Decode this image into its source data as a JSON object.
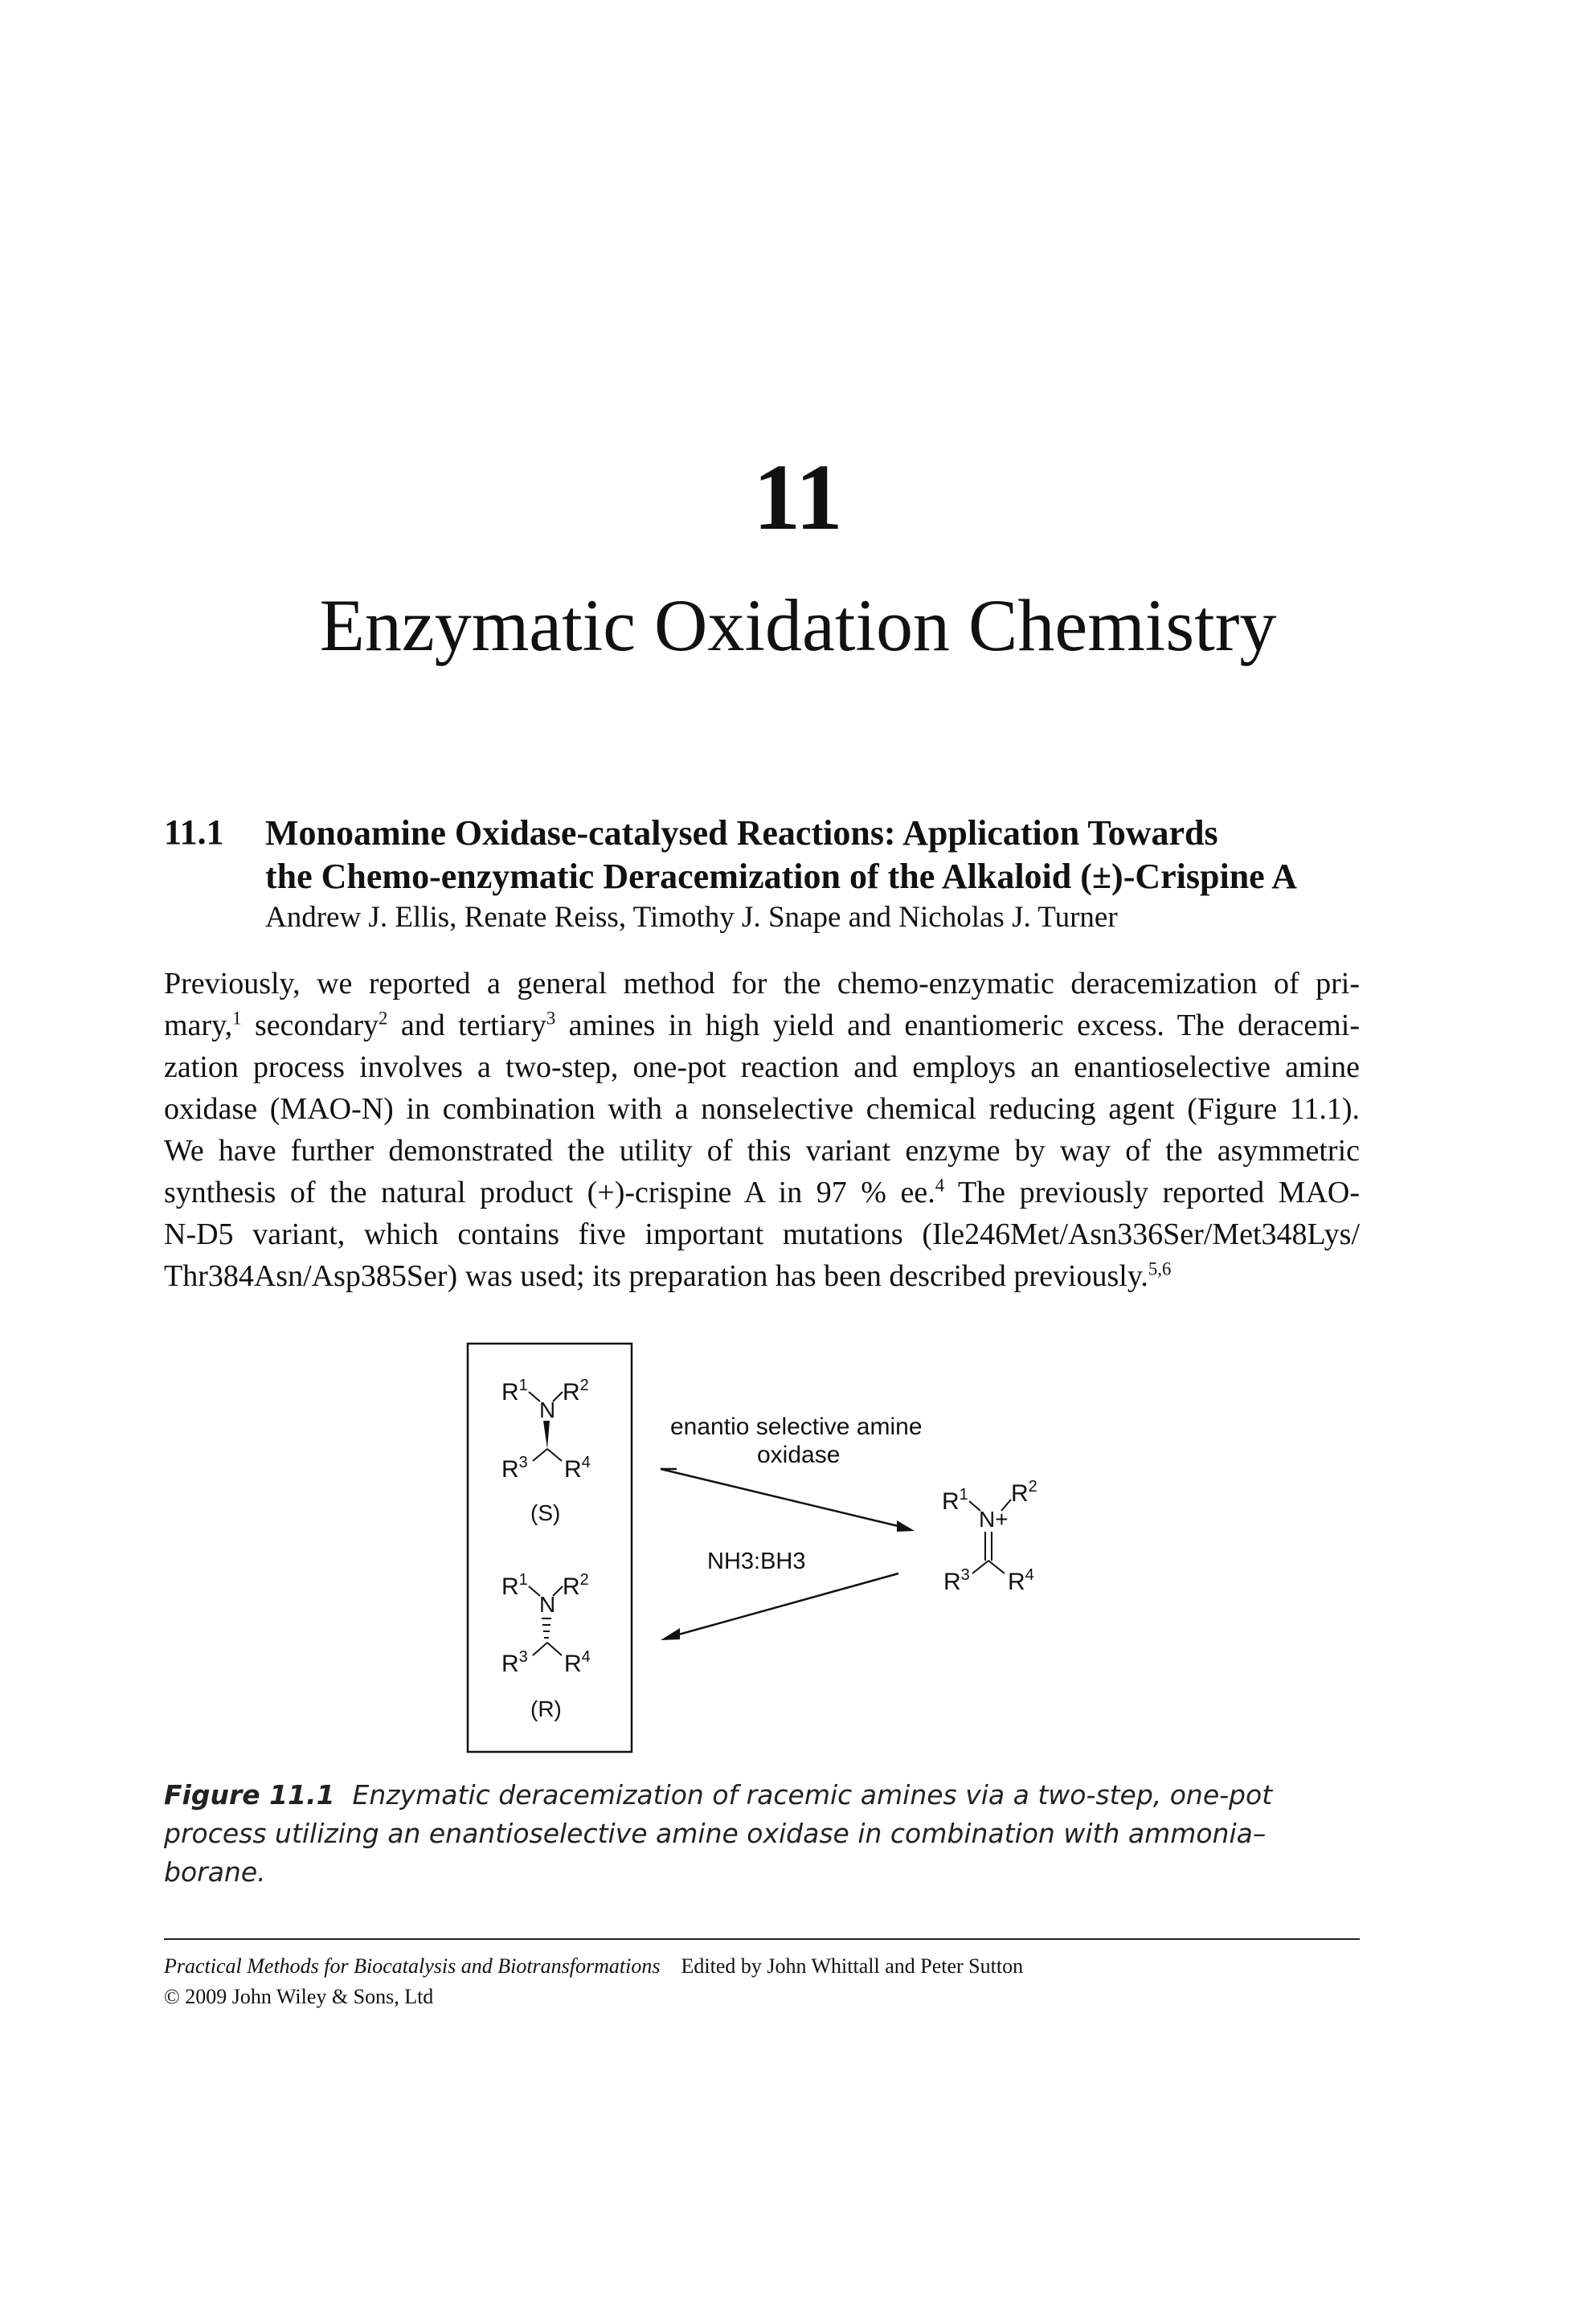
{
  "chapter": {
    "number": "11",
    "title": "Enzymatic Oxidation Chemistry"
  },
  "section": {
    "number": "11.1",
    "title_line1": "Monoamine Oxidase-catalysed Reactions: Application Towards",
    "title_line2": "the Chemo-enzymatic Deracemization of the Alkaloid (±)-Crispine A",
    "authors": "Andrew J. Ellis, Renate Reiss, Timothy J. Snape and Nicholas J. Turner"
  },
  "paragraph": {
    "l1": "Previously, we reported a general method for the chemo-enzymatic deracemization of pri-",
    "l2a": "mary,",
    "l2_sup1": "1",
    "l2b": " secondary",
    "l2_sup2": "2",
    "l2c": " and tertiary",
    "l2_sup3": "3",
    "l2d": " amines in high yield and enantiomeric excess. The deracemi-",
    "l3": "zation process involves a two-step, one-pot reaction and employs an enantioselective amine",
    "l4": "oxidase (MAO-N) in combination with a nonselective chemical reducing agent (Figure 11.1).",
    "l5": "We have further demonstrated the utility of this variant enzyme by way of the asymmetric",
    "l6a": "synthesis of the natural product (+)-crispine A in 97 % ee.",
    "l6_sup": "4",
    "l6b": " The previously reported MAO-",
    "l7": "N-D5 variant, which contains five important mutations (Ile246Met/Asn336Ser/Met348Lys/",
    "l8a": "Thr384Asn/Asp385Ser) was used; its preparation has been described previously.",
    "l8_sup": "5,6"
  },
  "figure": {
    "r1": "R",
    "r1_sup": "1",
    "r2": "R",
    "r2_sup": "2",
    "r3": "R",
    "r3_sup": "3",
    "r4": "R",
    "r4_sup": "4",
    "n": "N",
    "n_plus": "N+",
    "s_label": "(S)",
    "r_label": "(R)",
    "arrow_top_line1": "enantio selective amine",
    "arrow_top_line2": "oxidase",
    "reductant": "NH3:BH3",
    "caption_label": "Figure 11.1",
    "caption_text": "Enzymatic deracemization of racemic amines via a two-step, one-pot process utilizing an enantioselective amine oxidase in combination with ammonia–borane."
  },
  "footer": {
    "book_title": "Practical Methods for Biocatalysis and Biotransformations",
    "editors": "Edited by John Whittall and Peter Sutton",
    "copyright": "© 2009 John Wiley & Sons, Ltd"
  }
}
